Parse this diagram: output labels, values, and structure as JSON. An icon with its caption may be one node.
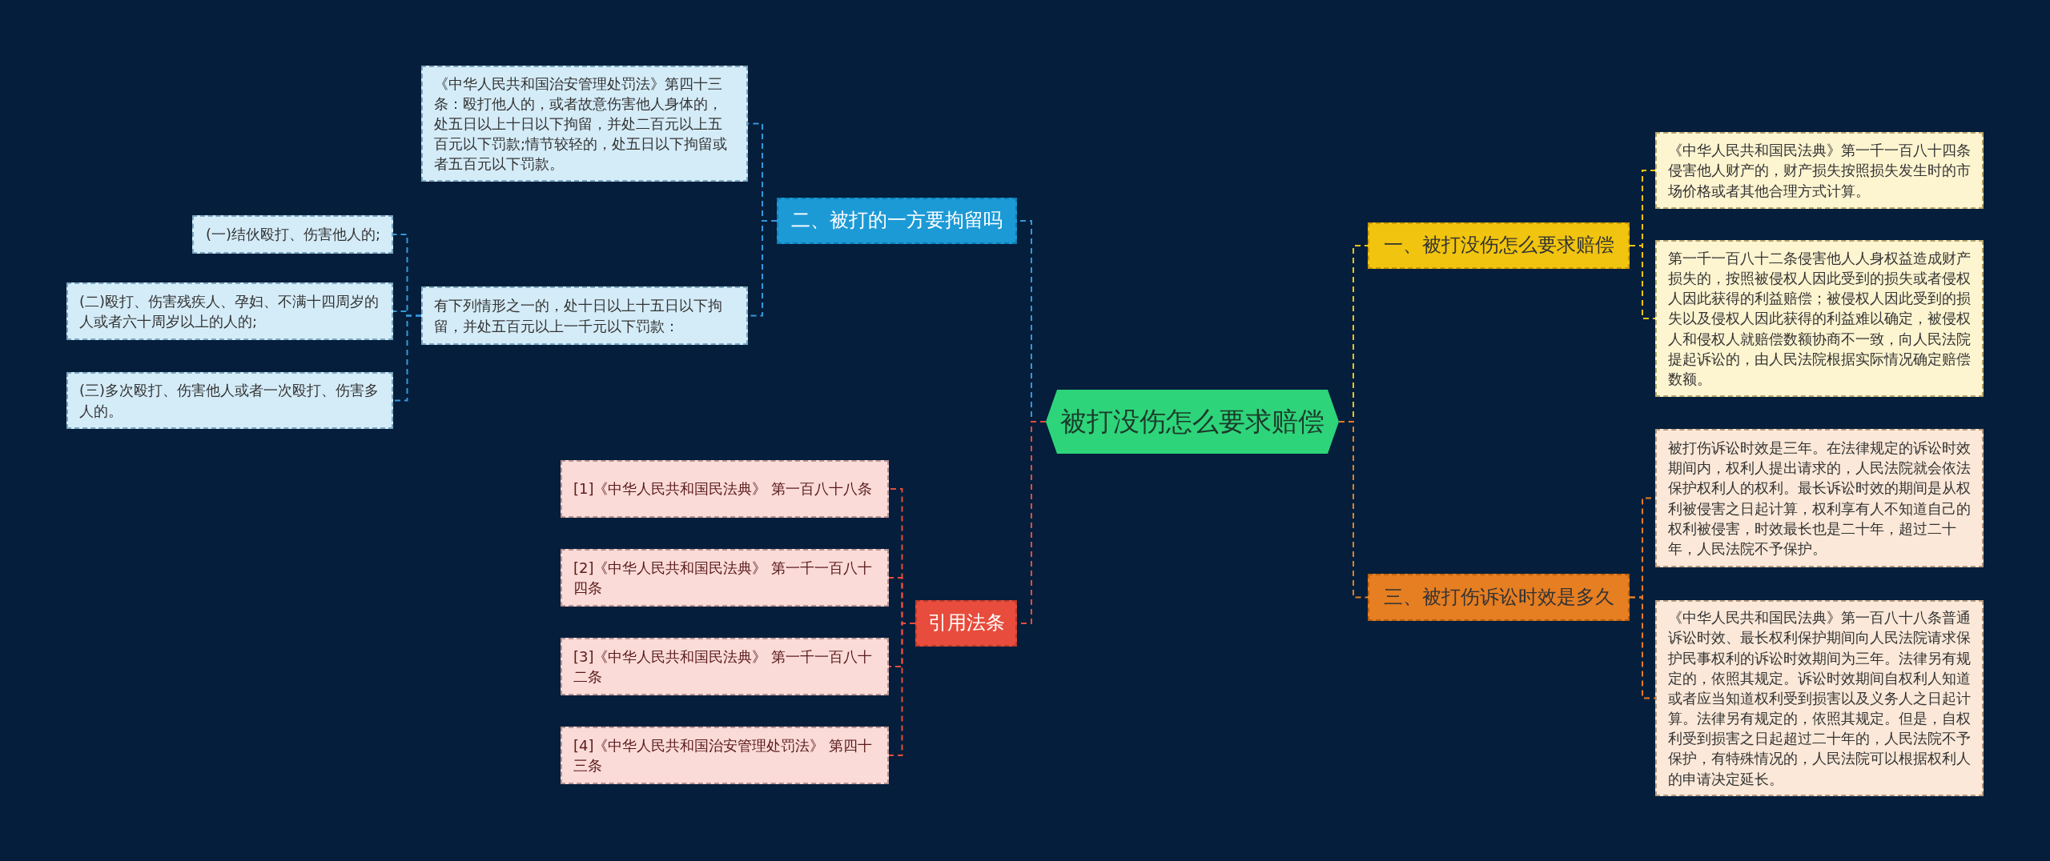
{
  "diagram": {
    "nodes": [
      {
        "text": [
          "被打没伤怎么要求赔偿"
        ]
      },
      {
        "text": [
          "一、被打没伤怎么要求赔偿"
        ]
      },
      {
        "text": [
          "《中华人民共和国民法典》第一千一百八十四条侵害他人财产的，财产损失按照损失发生时的市场价格或者其他合理方式计算。"
        ]
      },
      {
        "text": [
          "第一千一百八十二条侵害他人人身权益造成财产损失的，按照被侵权人因此受到的损失或者侵权人因此获得的利益赔偿；被侵权人因此受到的损失以及侵权人因此获得的利益难以确定，被侵权人和侵权人就赔偿数额协商不一致，向人民法院提起诉讼的，由人民法院根据实际情况确定赔偿数额。"
        ]
      },
      {
        "text": [
          "二、被打的一方要拘留吗"
        ]
      },
      {
        "text": [
          "《中华人民共和国治安管理处罚法》第四十三条：殴打他人的，或者故意伤害他人身体的，处五日以上十日以下拘留，并处二百元以上五百元以下罚款;情节较轻的，处五日以下拘留或者五百元以下罚款。"
        ]
      },
      {
        "text": [
          "有下列情形之一的，处十日以上十五日以下拘留，并处五百元以上一千元以下罚款："
        ]
      },
      {
        "text": [
          "(一)结伙殴打、伤害他人的;"
        ]
      },
      {
        "text": [
          "(二)殴打、伤害残疾人、孕妇、不满十四周岁的人或者六十周岁以上的人的;"
        ]
      },
      {
        "text": [
          "(三)多次殴打、伤害他人或者一次殴打、伤害多人的。"
        ]
      },
      {
        "text": [
          "三、被打伤诉讼时效是多久"
        ]
      },
      {
        "text": [
          "被打伤诉讼时效是三年。在法律规定的诉讼时效期间内，权利人提出请求的，人民法院就会依法保护权利人的权利。最长诉讼时效的期间是从权利被侵害之日起计算，权利享有人不知道自己的权利被侵害，时效最长也是二十年，超过二十年，人民法院不予保护。"
        ]
      },
      {
        "text": [
          "《中华人民共和国民法典》第一百八十八条普通诉讼时效、最长权利保护期间向人民法院请求保护民事权利的诉讼时效期间为三年。法律另有规定的，依照其规定。诉讼时效期间自权利人知道或者应当知道权利受到损害以及义务人之日起计算。法律另有规定的，依照其规定。但是，自权利受到损害之日起超过二十年的，人民法院不予保护，有特殊情况的，人民法院可以根据权利人的申请决定延长。"
        ]
      },
      {
        "text": [
          "引用法条"
        ]
      },
      {
        "text": [
          "[1]《中华人民共和国民法典》 第一百八十八条"
        ]
      },
      {
        "text": [
          "[2]《中华人民共和国民法典》 第一千一百八十四条"
        ]
      },
      {
        "text": [
          "[3]《中华人民共和国民法典》 第一千一百八十二条"
        ]
      },
      {
        "text": [
          "[4]《中华人民共和国治安管理处罚法》 第四十三条"
        ]
      }
    ],
    "edges": [
      {
        "from": 0,
        "to": 1,
        "arrow": "none",
        "style": "dashed",
        "color": "#f1c40f"
      },
      {
        "from": 1,
        "to": 2,
        "arrow": "none",
        "style": "dashed",
        "color": "#f1c40f"
      },
      {
        "from": 1,
        "to": 3,
        "arrow": "none",
        "style": "dashed",
        "color": "#f1c40f"
      },
      {
        "from": 0,
        "to": 4,
        "arrow": "none",
        "style": "dashed",
        "color": "#3498db"
      },
      {
        "from": 4,
        "to": 5,
        "arrow": "none",
        "style": "dashed",
        "color": "#3498db"
      },
      {
        "from": 4,
        "to": 6,
        "arrow": "none",
        "style": "dashed",
        "color": "#3498db"
      },
      {
        "from": 6,
        "to": 7,
        "arrow": "none",
        "style": "dashed",
        "color": "#3498db"
      },
      {
        "from": 6,
        "to": 8,
        "arrow": "none",
        "style": "dashed",
        "color": "#3498db"
      },
      {
        "from": 6,
        "to": 9,
        "arrow": "none",
        "style": "dashed",
        "color": "#3498db"
      },
      {
        "from": 0,
        "to": 10,
        "arrow": "none",
        "style": "dashed",
        "color": "#e67e22"
      },
      {
        "from": 10,
        "to": 11,
        "arrow": "none",
        "style": "dashed",
        "color": "#e67e22"
      },
      {
        "from": 10,
        "to": 12,
        "arrow": "none",
        "style": "dashed",
        "color": "#e67e22"
      },
      {
        "from": 0,
        "to": 13,
        "arrow": "none",
        "style": "dashed",
        "color": "#e74c3c"
      },
      {
        "from": 13,
        "to": 14,
        "arrow": "none",
        "style": "dashed",
        "color": "#e74c3c"
      },
      {
        "from": 13,
        "to": 15,
        "arrow": "none",
        "style": "dashed",
        "color": "#e74c3c"
      },
      {
        "from": 13,
        "to": 16,
        "arrow": "none",
        "style": "dashed",
        "color": "#e74c3c"
      },
      {
        "from": 13,
        "to": 17,
        "arrow": "none",
        "style": "dashed",
        "color": "#e74c3c"
      }
    ]
  }
}
